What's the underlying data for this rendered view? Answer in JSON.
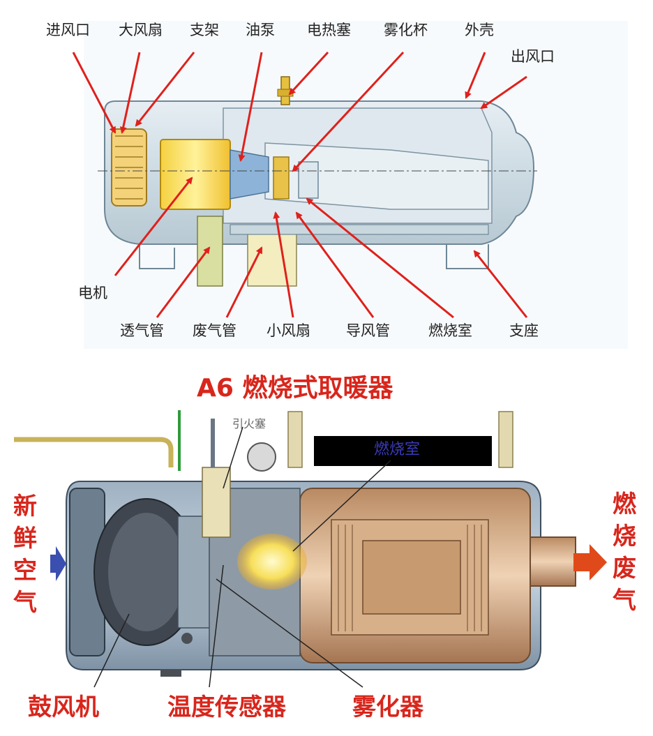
{
  "top_diagram": {
    "labels_top": [
      "进风口",
      "大风扇",
      "支架",
      "油泵",
      "电热塞",
      "雾化杯",
      "外壳"
    ],
    "label_outlet": "出风口",
    "label_motor": "电机",
    "labels_bottom": [
      "透气管",
      "废气管",
      "小风扇",
      "导风管",
      "燃烧室",
      "支座"
    ]
  },
  "bottom_diagram": {
    "title": "A6 燃烧式取暖器",
    "label_glow_plug": "引火塞",
    "label_chamber": "燃烧室",
    "left_vertical": "新鲜空气",
    "right_vertical": "燃烧废气",
    "labels_bottom": [
      "鼓风机",
      "温度传感器",
      "雾化器"
    ]
  },
  "colors": {
    "arrow_red": "#e0201c",
    "title_red": "#d8261c",
    "inlet_arrow": "#3a4fb0",
    "exhaust_arrow": "#e04a1a"
  }
}
